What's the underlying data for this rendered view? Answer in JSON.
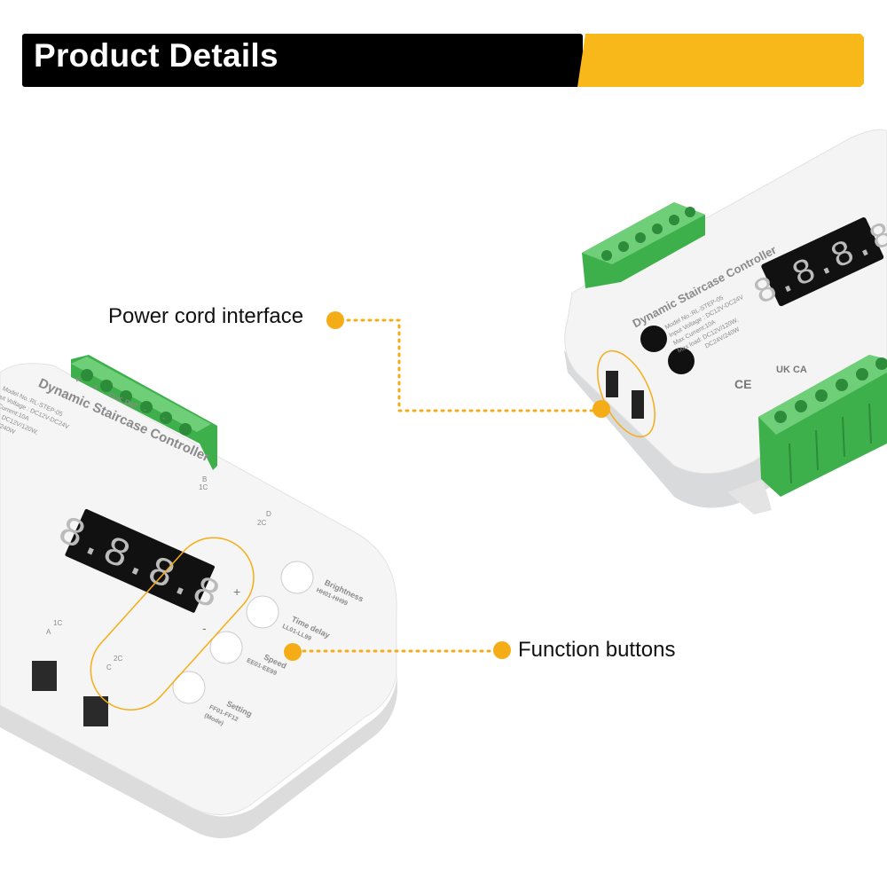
{
  "header": {
    "title": "Product Details",
    "accent_color": "#f9b81a",
    "bar_color": "#000000"
  },
  "callouts": {
    "power": "Power cord interface",
    "buttons": "Function buttons",
    "color": "#f5ad17"
  },
  "device": {
    "name": "Dynamic Staircase Controller",
    "model": "Model No.:RL-STEP-05",
    "input_voltage": "Input Voltage : DC12V-DC24V",
    "max_current": "Max Current:10A",
    "max_load_1": "Max load: DC12V/120W,",
    "max_load_2": "DC24V/240W",
    "display": "8.8.8.8",
    "terminal_labels": [
      "+",
      "+",
      "CLK",
      "DAT",
      "-",
      "-"
    ],
    "port_labels": {
      "b": "B",
      "b1c": "1C",
      "d": "D",
      "d2c": "2C",
      "a": "A",
      "a1c": "1C",
      "c": "C",
      "c2c": "2C"
    },
    "plus": "+",
    "minus": "-",
    "buttons": [
      {
        "label": "Brightness",
        "range": "HH01-HH99"
      },
      {
        "label": "Time delay",
        "range": "LL01-LL99"
      },
      {
        "label": "Speed",
        "range": "EE01-EE99"
      },
      {
        "label": "Setting",
        "range": "FF01-FF12",
        "note": "(Mode)"
      }
    ],
    "certs": [
      "CE",
      "UK CA"
    ]
  }
}
